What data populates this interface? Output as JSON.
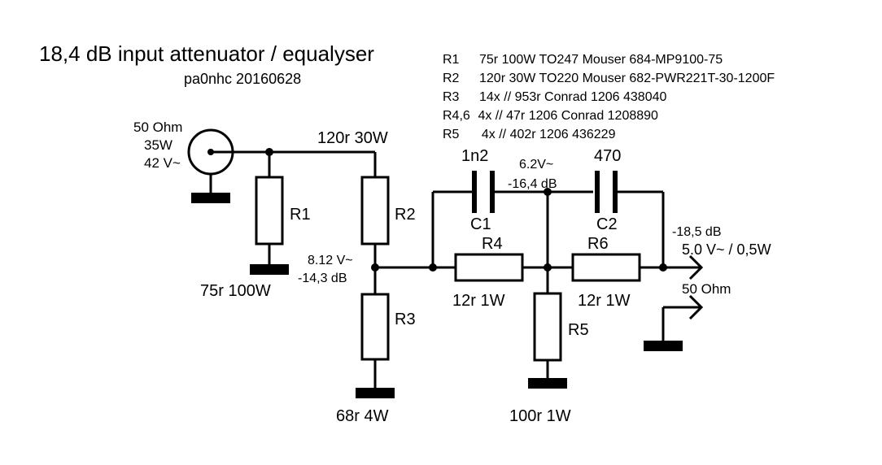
{
  "title": "18,4 dB input attenuator / equalyser",
  "author": "pa0nhc 20160628",
  "parts_list": [
    {
      "ref": "R1",
      "desc": "75r 100W TO247 Mouser 684-MP9100-75"
    },
    {
      "ref": "R2",
      "desc": "120r 30W TO220 Mouser 682-PWR221T-30-1200F"
    },
    {
      "ref": "R3",
      "desc": "14x // 953r Conrad 1206 438040"
    },
    {
      "ref": "R4,6",
      "desc": " 4x // 47r 1206 Conrad 1208890"
    },
    {
      "ref": "R5",
      "desc": "  4x // 402r 1206 436229"
    }
  ],
  "input": {
    "line1": "50 Ohm",
    "line2": "35W",
    "line3": "42 V~"
  },
  "components": {
    "r1": {
      "label": "R1",
      "value": "75r 100W"
    },
    "r2": {
      "label": "R2",
      "value": "120r 30W"
    },
    "r3": {
      "label": "R3",
      "value": "68r 4W"
    },
    "r4": {
      "label": "R4",
      "value": "12r 1W"
    },
    "r5": {
      "label": "R5",
      "value": "100r 1W"
    },
    "r6": {
      "label": "R6",
      "value": "12r 1W"
    },
    "c1": {
      "label": "C1",
      "value": "1n2"
    },
    "c2": {
      "label": "C2",
      "value": "470"
    }
  },
  "nodes": {
    "n1_voltage": "8.12 V~",
    "n1_db": "-14,3 dB",
    "n2_voltage": "6.2V~",
    "n2_db": "-16,4 dB",
    "out_db": "-18,5 dB",
    "out_power": "5.0 V~ / 0,5W",
    "out_impedance": "50 Ohm"
  }
}
